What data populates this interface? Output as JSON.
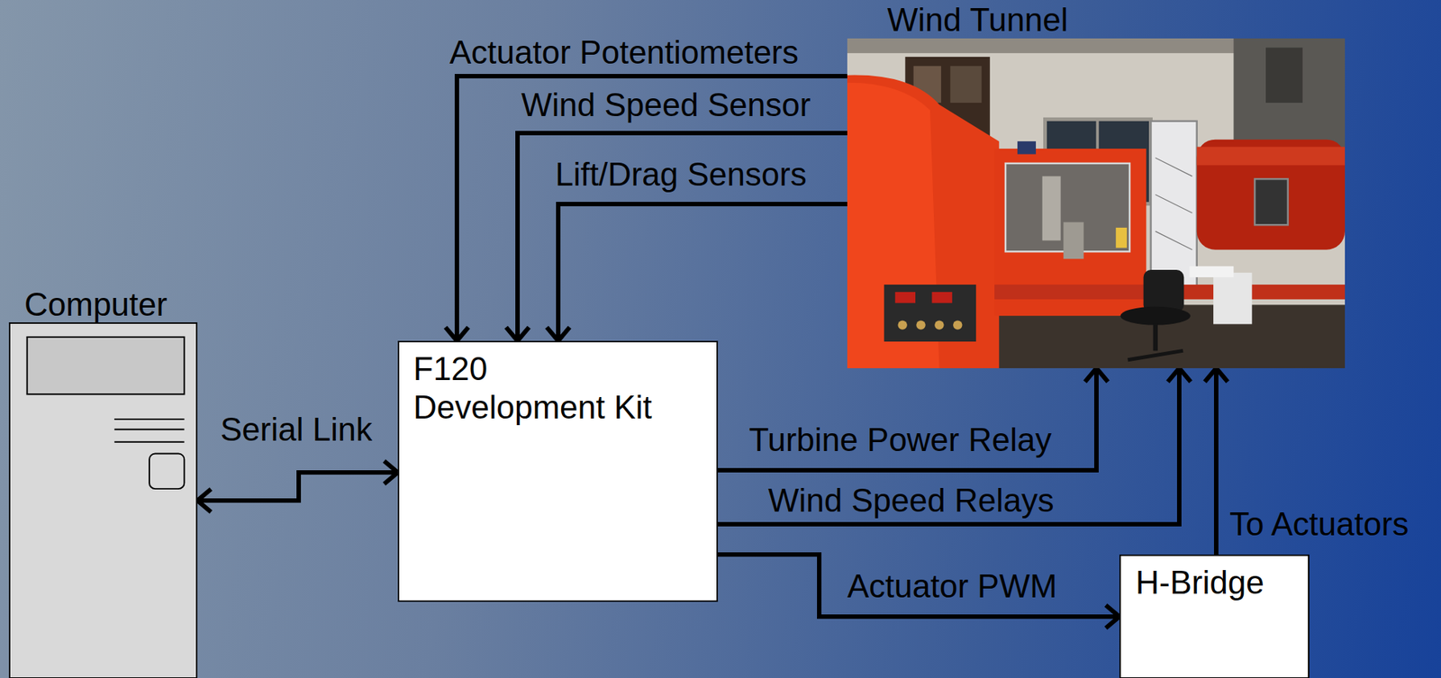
{
  "diagram": {
    "nodes": [
      {
        "text": [
          "Computer"
        ]
      },
      {
        "text": [
          "F120 Development Kit"
        ]
      },
      {
        "text": [
          "Wind Tunnel"
        ]
      },
      {
        "text": [
          "H-Bridge"
        ]
      }
    ],
    "edges": [
      {
        "from": 0,
        "to": 1,
        "label": "Serial Link",
        "arrow": "both"
      },
      {
        "from": 2,
        "to": 1,
        "label": "Actuator Potentiometers",
        "arrow": "to"
      },
      {
        "from": 2,
        "to": 1,
        "label": "Wind Speed Sensor",
        "arrow": "to"
      },
      {
        "from": 2,
        "to": 1,
        "label": "Lift/Drag Sensors",
        "arrow": "to"
      },
      {
        "from": 1,
        "to": 2,
        "label": "Turbine Power Relay",
        "arrow": "to"
      },
      {
        "from": 1,
        "to": 2,
        "label": "Wind Speed Relays",
        "arrow": "to"
      },
      {
        "from": 1,
        "to": 3,
        "label": "Actuator PWM",
        "arrow": "to"
      },
      {
        "from": 3,
        "to": 2,
        "label": "To Actuators",
        "arrow": "to"
      }
    ]
  }
}
